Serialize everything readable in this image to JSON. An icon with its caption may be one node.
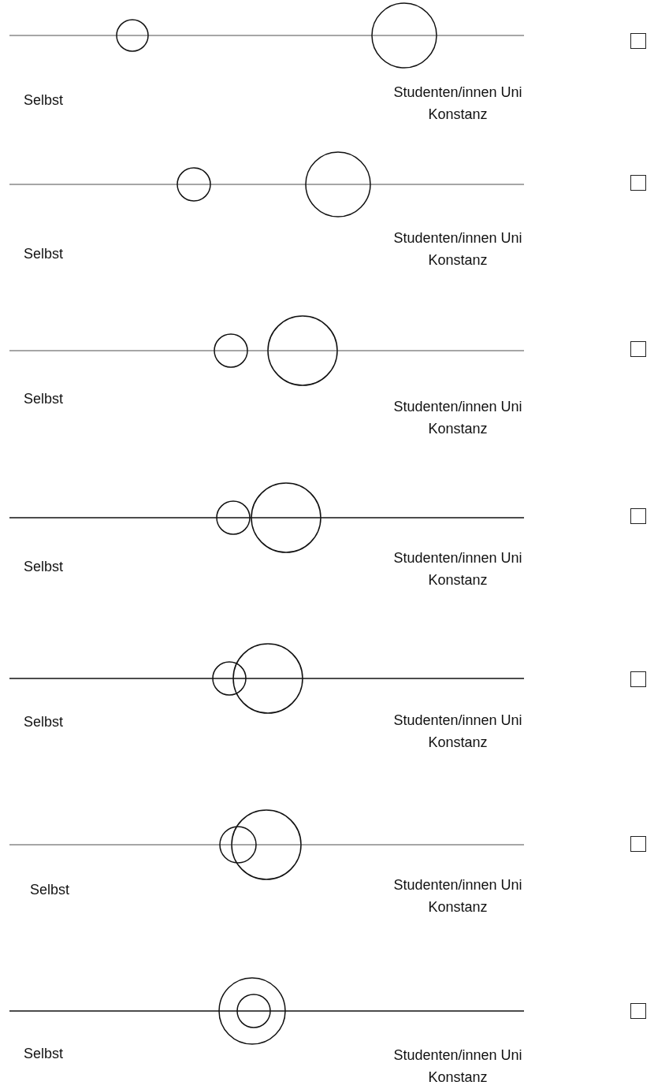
{
  "diagram": {
    "labels": [
      "Selbst",
      "Studenten/innen Uni Konstanz",
      "Selbst",
      "Studenten/innen Uni Konstanz",
      "Selbst",
      "Studenten/innen Uni Konstanz",
      "Selbst",
      "Studenten/innen Uni Konstanz",
      "Selbst",
      "Studenten/innen Uni Konstanz",
      "Selbst",
      "Studenten/innen Uni Konstanz",
      "Selbst",
      "Studenten/innen Uni Konstanz"
    ]
  }
}
